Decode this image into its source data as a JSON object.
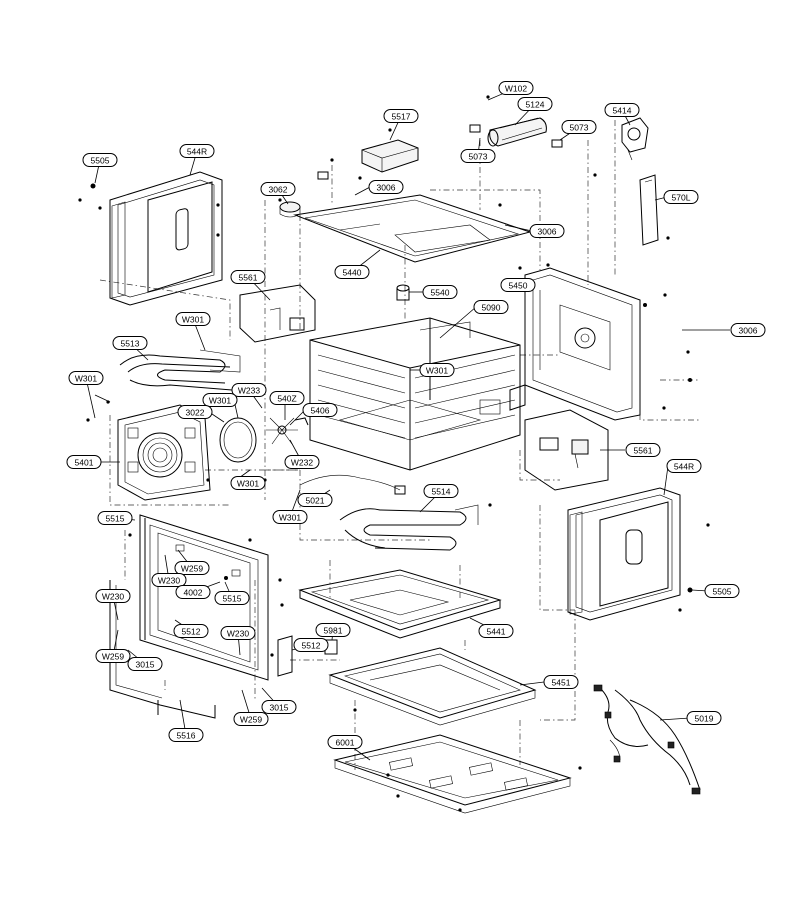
{
  "diagram": {
    "labels": [
      {
        "id": "W102",
        "text": "W102"
      },
      {
        "id": "5124",
        "text": "5124"
      },
      {
        "id": "5414",
        "text": "5414"
      },
      {
        "id": "5517",
        "text": "5517"
      },
      {
        "id": "5073a",
        "text": "5073"
      },
      {
        "id": "5073b",
        "text": "5073"
      },
      {
        "id": "5505a",
        "text": "5505"
      },
      {
        "id": "544Ra",
        "text": "544R"
      },
      {
        "id": "3062",
        "text": "3062"
      },
      {
        "id": "3006a",
        "text": "3006"
      },
      {
        "id": "570L",
        "text": "570L"
      },
      {
        "id": "3006b",
        "text": "3006"
      },
      {
        "id": "5440",
        "text": "5440"
      },
      {
        "id": "5450",
        "text": "5450"
      },
      {
        "id": "5561a",
        "text": "5561"
      },
      {
        "id": "5540",
        "text": "5540"
      },
      {
        "id": "5090",
        "text": "5090"
      },
      {
        "id": "W301a",
        "text": "W301"
      },
      {
        "id": "3006c",
        "text": "3006"
      },
      {
        "id": "5513",
        "text": "5513"
      },
      {
        "id": "W301b",
        "text": "W301"
      },
      {
        "id": "W301c",
        "text": "W301"
      },
      {
        "id": "W233",
        "text": "W233"
      },
      {
        "id": "540Z",
        "text": "540Z"
      },
      {
        "id": "W301d",
        "text": "W301"
      },
      {
        "id": "3022",
        "text": "3022"
      },
      {
        "id": "5406",
        "text": "5406"
      },
      {
        "id": "5401",
        "text": "5401"
      },
      {
        "id": "W232",
        "text": "W232"
      },
      {
        "id": "5561b",
        "text": "5561"
      },
      {
        "id": "544Rb",
        "text": "544R"
      },
      {
        "id": "W301e",
        "text": "W301"
      },
      {
        "id": "5021",
        "text": "5021"
      },
      {
        "id": "5514",
        "text": "5514"
      },
      {
        "id": "W301f",
        "text": "W301"
      },
      {
        "id": "5515a",
        "text": "5515"
      },
      {
        "id": "W259a",
        "text": "W259"
      },
      {
        "id": "W230a",
        "text": "W230"
      },
      {
        "id": "4002",
        "text": "4002"
      },
      {
        "id": "5515b",
        "text": "5515"
      },
      {
        "id": "5505b",
        "text": "5505"
      },
      {
        "id": "W230b",
        "text": "W230"
      },
      {
        "id": "5512a",
        "text": "5512"
      },
      {
        "id": "W230c",
        "text": "W230"
      },
      {
        "id": "5981",
        "text": "5981"
      },
      {
        "id": "5441",
        "text": "5441"
      },
      {
        "id": "W259b",
        "text": "W259"
      },
      {
        "id": "5512b",
        "text": "5512"
      },
      {
        "id": "3015a",
        "text": "3015"
      },
      {
        "id": "5451",
        "text": "5451"
      },
      {
        "id": "3015b",
        "text": "3015"
      },
      {
        "id": "W259c",
        "text": "W259"
      },
      {
        "id": "5019",
        "text": "5019"
      },
      {
        "id": "5516",
        "text": "5516"
      },
      {
        "id": "6001",
        "text": "6001"
      }
    ]
  }
}
